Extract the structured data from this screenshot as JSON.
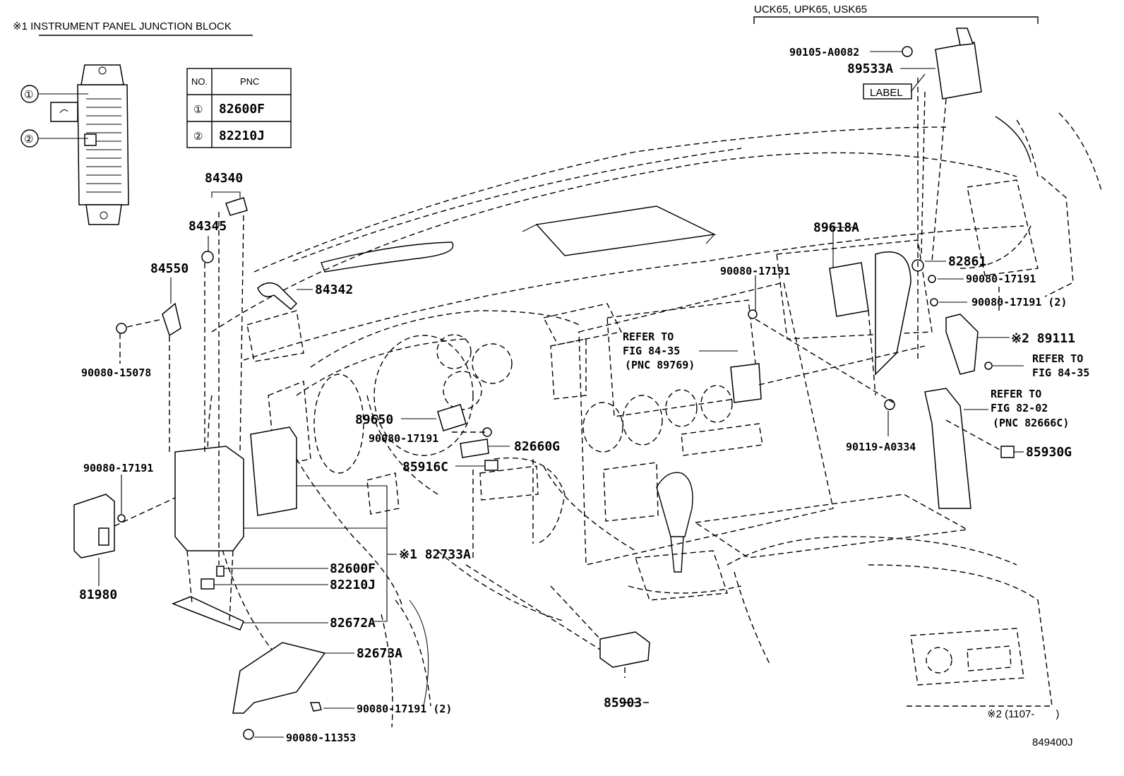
{
  "header": {
    "junction_block_title": "※1 INSTRUMENT PANEL JUNCTION BLOCK",
    "model_codes": "UCK65, UPK65, USK65"
  },
  "pnc_table": {
    "col_no": "NO.",
    "col_pnc": "PNC",
    "rows": [
      {
        "no": "①",
        "pnc": "82600F"
      },
      {
        "no": "②",
        "pnc": "82210J"
      }
    ]
  },
  "callouts": {
    "c1": "①",
    "c2": "②"
  },
  "parts": {
    "p84340": "84340",
    "p84345": "84345",
    "p84342": "84342",
    "p84550": "84550",
    "p90080_15078": "90080-15078",
    "p90080_17191_a": "90080-17191",
    "p81980": "81980",
    "p89650": "89650",
    "p90080_17191_b": "90080-17191",
    "p82660G": "82660G",
    "p85916C": "85916C",
    "p82733A": "※1 82733A",
    "p82600F": "82600F",
    "p82210J": "82210J",
    "p82672A": "82672A",
    "p82673A": "82673A",
    "p90080_17191_2a": "90080-17191 (2)",
    "p90080_11353": "90080-11353",
    "p85903": "85903",
    "p90105_A0082": "90105-A0082",
    "p89533A": "89533A",
    "label_tag": "LABEL",
    "p89618A": "89618A",
    "p82861": "82861",
    "p90080_17191_c": "90080-17191",
    "p90080_17191_d": "90080-17191",
    "p90080_17191_2b": "90080-17191 (2)",
    "p89111": "※2 89111",
    "p90119_A0334": "90119-A0334",
    "p85930G": "85930G"
  },
  "references": {
    "ref1_line1": "REFER TO",
    "ref1_line2": "FIG 84-35",
    "ref1_line3": "(PNC 89769)",
    "ref2_line1": "REFER TO",
    "ref2_line2": "FIG 84-35",
    "ref3_line1": "REFER TO",
    "ref3_line2": "FIG 82-02",
    "ref3_line3": "(PNC 82666C)"
  },
  "footer": {
    "note": "※2 (1107-　　)",
    "figure_id": "849400J"
  }
}
